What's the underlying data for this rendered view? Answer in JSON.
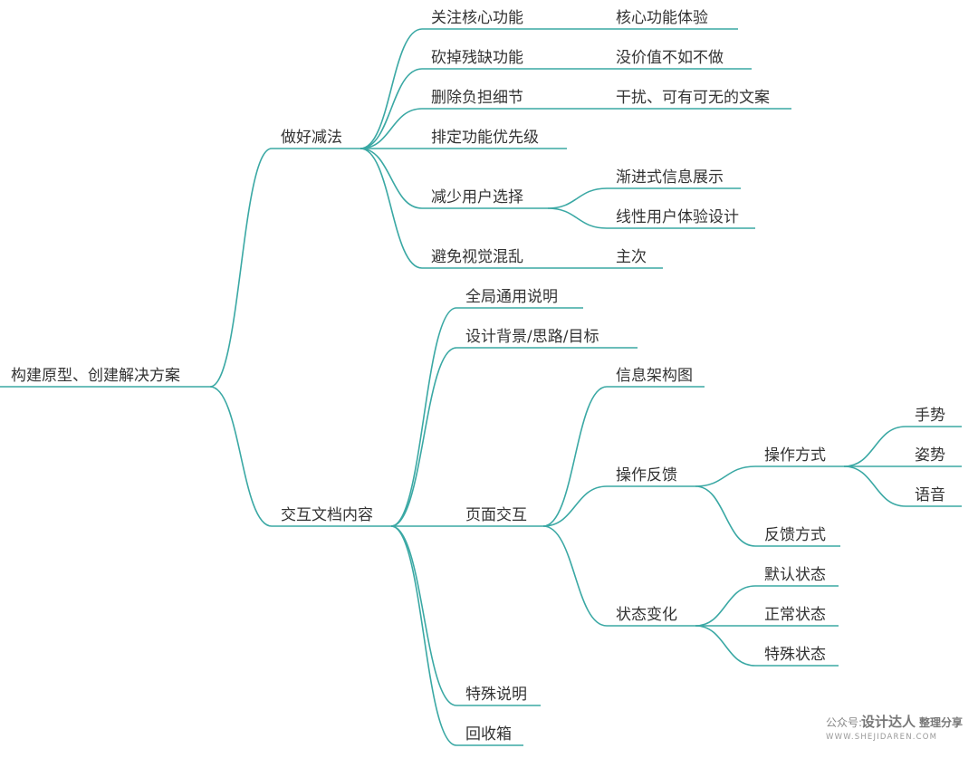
{
  "root": {
    "id": "root",
    "label": "构建原型、创建解决方案",
    "children": [
      {
        "id": "subtract",
        "label": "做好减法",
        "children": [
          {
            "id": "s1",
            "label": "关注核心功能",
            "children": [
              {
                "id": "s1a",
                "label": "核心功能体验"
              }
            ]
          },
          {
            "id": "s2",
            "label": "砍掉残缺功能",
            "children": [
              {
                "id": "s2a",
                "label": "没价值不如不做"
              }
            ]
          },
          {
            "id": "s3",
            "label": "删除负担细节",
            "children": [
              {
                "id": "s3a",
                "label": "干扰、可有可无的文案"
              }
            ]
          },
          {
            "id": "s4",
            "label": "排定功能优先级"
          },
          {
            "id": "s5",
            "label": "减少用户选择",
            "children": [
              {
                "id": "s5a",
                "label": "渐进式信息展示"
              },
              {
                "id": "s5b",
                "label": "线性用户体验设计"
              }
            ]
          },
          {
            "id": "s6",
            "label": "避免视觉混乱",
            "children": [
              {
                "id": "s6a",
                "label": "主次"
              }
            ]
          }
        ]
      },
      {
        "id": "doc",
        "label": "交互文档内容",
        "children": [
          {
            "id": "d1",
            "label": "全局通用说明"
          },
          {
            "id": "d2",
            "label": "设计背景/思路/目标"
          },
          {
            "id": "d3",
            "label": "页面交互",
            "children": [
              {
                "id": "d3a",
                "label": "信息架构图"
              },
              {
                "id": "d3b",
                "label": "操作反馈",
                "children": [
                  {
                    "id": "d3b1",
                    "label": "操作方式",
                    "children": [
                      {
                        "id": "d3b1a",
                        "label": "手势"
                      },
                      {
                        "id": "d3b1b",
                        "label": "姿势"
                      },
                      {
                        "id": "d3b1c",
                        "label": "语音"
                      }
                    ]
                  },
                  {
                    "id": "d3b2",
                    "label": "反馈方式"
                  }
                ]
              },
              {
                "id": "d3c",
                "label": "状态变化",
                "children": [
                  {
                    "id": "d3c1",
                    "label": "默认状态"
                  },
                  {
                    "id": "d3c2",
                    "label": "正常状态"
                  },
                  {
                    "id": "d3c3",
                    "label": "特殊状态"
                  }
                ]
              }
            ]
          },
          {
            "id": "d4",
            "label": "特殊说明"
          },
          {
            "id": "d5",
            "label": "回收箱"
          }
        ]
      }
    ]
  },
  "watermark": {
    "prefix": "公众号:",
    "brand": "设计达人",
    "tag": "整理分享",
    "url": "WWW.SHEJIDAREN.COM"
  },
  "colors": {
    "line": "#3aa8a4",
    "text": "#333333",
    "watermark": "#888888"
  }
}
